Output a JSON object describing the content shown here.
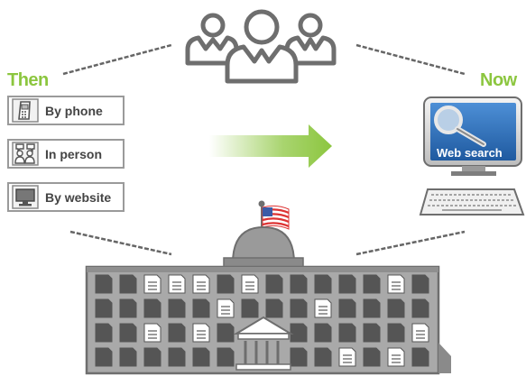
{
  "labels": {
    "then": "Then",
    "now": "Now"
  },
  "methods": [
    {
      "label": "By phone",
      "icon": "phone-icon"
    },
    {
      "label": "In person",
      "icon": "people-icon"
    },
    {
      "label": "By website",
      "icon": "computer-icon"
    }
  ],
  "screen": {
    "label": "Web search",
    "icon": "magnifier-icon"
  },
  "icons": {
    "people": "people-group-icon",
    "building": "government-building-icon",
    "flag": "flag-icon",
    "arrow": "arrow-right-icon",
    "keyboard": "keyboard-icon"
  },
  "colors": {
    "green": "#8cc63f",
    "gray": "#6e6e6e",
    "screen_blue": "#2f6db5"
  }
}
